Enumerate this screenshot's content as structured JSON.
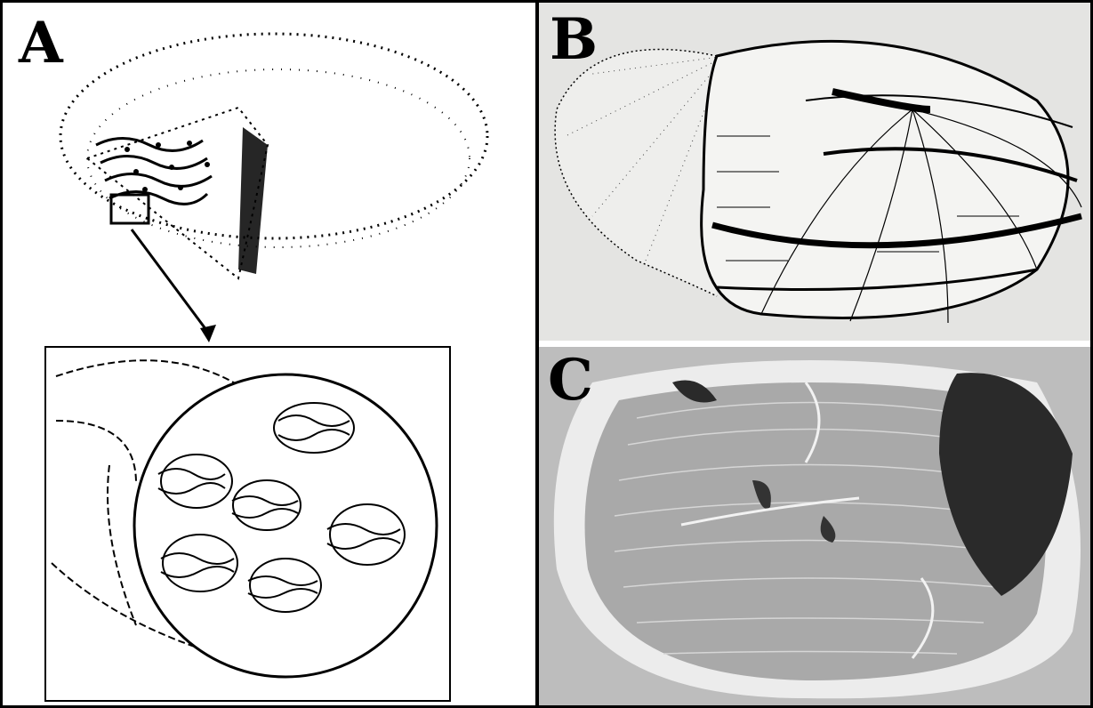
{
  "figure": {
    "panels": [
      {
        "label": "A",
        "content": "disc-cutaway-diagram"
      },
      {
        "label": "B",
        "content": "ellipsoid-layer-drawing"
      },
      {
        "label": "C",
        "content": "micrograph-layered-surface"
      }
    ]
  },
  "colors": {
    "ink": "#000000",
    "paper_b": "#e4e4e2",
    "micrograph_base": "#cfcfcf"
  }
}
